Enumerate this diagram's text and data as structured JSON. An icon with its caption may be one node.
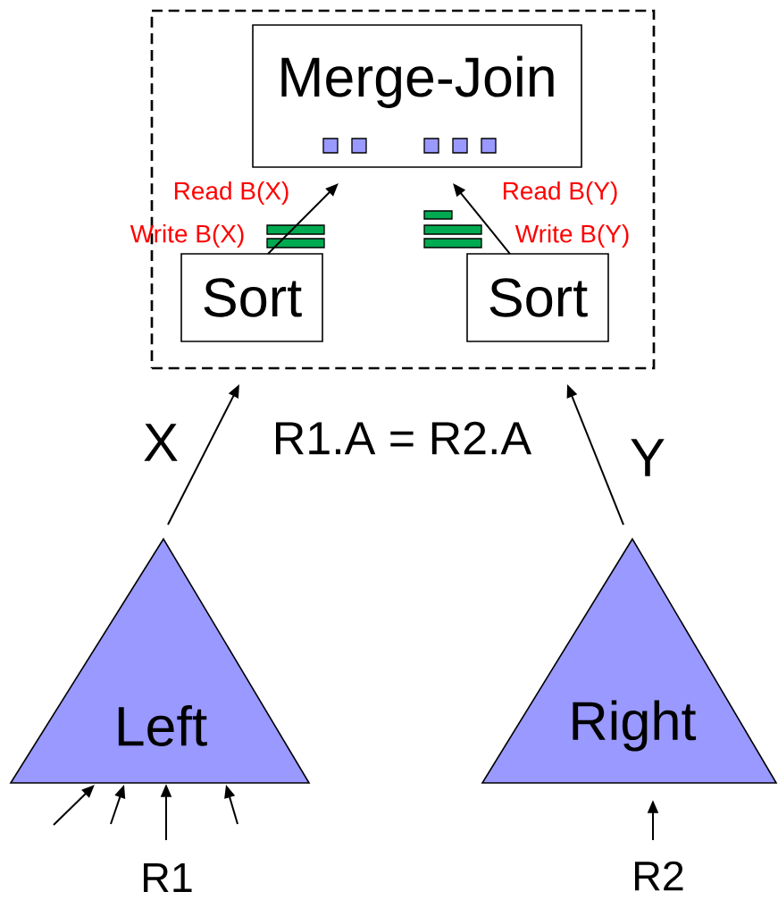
{
  "diagram": {
    "nodes": [
      {
        "text": [],
        "shape": "box"
      },
      {
        "text": [
          "Merge-Join"
        ],
        "in": 0
      },
      {
        "text": [
          "Sort"
        ],
        "in": 0
      },
      {
        "text": [
          "Sort"
        ],
        "in": 0
      },
      {
        "text": [
          "Left"
        ]
      },
      {
        "text": [
          "Right"
        ]
      },
      {
        "text": [
          "R1"
        ]
      },
      {
        "text": [
          "R2"
        ]
      }
    ],
    "edges": [
      {
        "from": 2,
        "to": 1,
        "arrow": "to"
      },
      {
        "from": 3,
        "to": 1,
        "arrow": "to"
      },
      {
        "from": 4,
        "to": 0,
        "arrow": "to",
        "label": "X"
      },
      {
        "from": 5,
        "to": 0,
        "arrow": "to",
        "label": "Y"
      },
      {
        "from": null,
        "to": 4,
        "arrow": "to"
      },
      {
        "from": null,
        "to": 4,
        "arrow": "to"
      },
      {
        "from": 6,
        "to": 4,
        "arrow": "to"
      },
      {
        "from": null,
        "to": 4,
        "arrow": "to"
      },
      {
        "from": 7,
        "to": 5,
        "arrow": "to"
      }
    ],
    "labels": [
      "Read B(X)",
      "Write B(X)",
      "Read B(Y)",
      "Write B(Y)",
      "R1.A = R2.A"
    ]
  }
}
